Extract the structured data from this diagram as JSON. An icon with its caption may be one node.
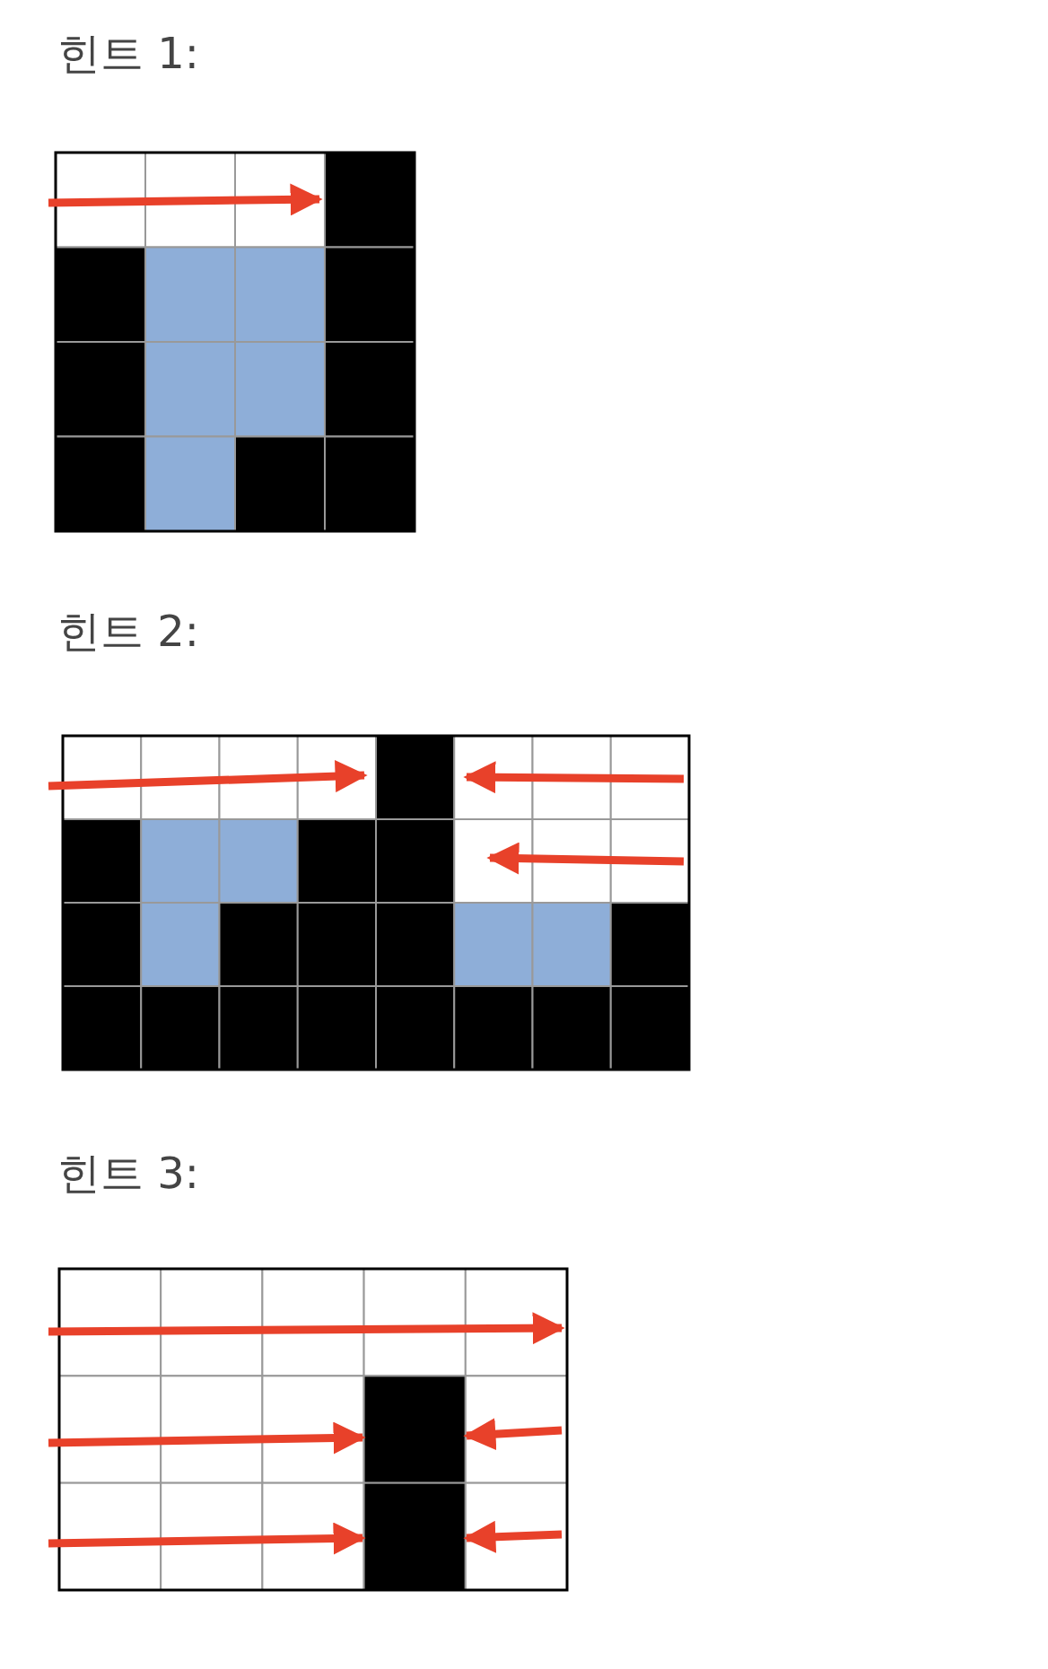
{
  "diagram": {
    "labels": [
      "힌트 1:",
      "힌트 2:",
      "힌트 3:"
    ]
  }
}
